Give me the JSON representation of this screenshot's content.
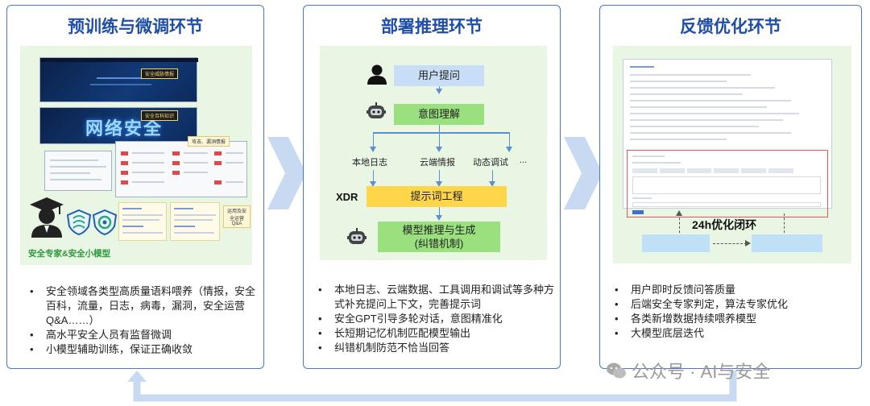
{
  "panels": [
    {
      "title": "预训练与微调环节",
      "caption": "安全专家&安全小模型",
      "screenshot_tags": [
        "安全威胁情报",
        "安全百科知识",
        "攻击、漏洞情报",
        "运用及安全运营Q&A"
      ],
      "screenshot_words": [
        "网络安全"
      ],
      "bullets": [
        "安全领域各类型高质量语料喂养（情报，安全百科，流量，日志，病毒，漏洞，安全运营Q&A……）",
        "高水平安全人员有监督微调",
        "小模型辅助训练，保证正确收敛"
      ]
    },
    {
      "title": "部署推理环节",
      "flow": {
        "user_question": "用户提问",
        "intent": "意图理解",
        "sources": [
          "本地日志",
          "云端情报",
          "动态调试",
          "..."
        ],
        "xdr": "XDR",
        "prompt_engineering": "提示词工程",
        "inference": "模型推理与生成",
        "inference_sub": "(纠错机制)"
      },
      "bullets": [
        "本地日志、云端数据、工具调用和调试等多种方式补充提问上下文，完善提示词",
        "安全GPT引导多轮对话，意图精准化",
        "长短期记忆机制匹配模型输出",
        "纠错机制防范不恰当回答"
      ]
    },
    {
      "title": "反馈优化环节",
      "loop_label": "24h优化闭环",
      "bullets": [
        "用户即时反馈问答质量",
        "后端安全专家判定，算法专家优化",
        "各类新增数据持续喂养模型",
        "大模型底层迭代"
      ]
    }
  ],
  "watermark": "公众号 · AI与安全",
  "colors": {
    "title_blue": "#1f4ea8",
    "panel_border": "#4a78c8",
    "inner_green": "#e9f6e4",
    "box_blue": "#c8def6",
    "box_green": "#9be07f",
    "box_yellow": "#ffd64a",
    "arrow_light_blue": "#c7daf1"
  },
  "icons": [
    "user-icon",
    "robot-icon",
    "graduate-icon",
    "shield-logo-icon",
    "chevron-right-icon",
    "feedback-loop-arrow-icon"
  ]
}
